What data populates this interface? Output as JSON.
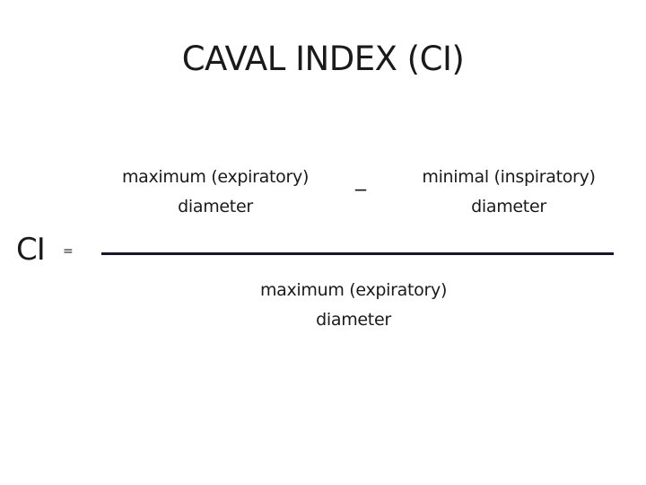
{
  "title": "CAVAL INDEX (CI)",
  "formula": {
    "lhs": "CI",
    "equals": "=",
    "numerator": {
      "left_term": {
        "line1": "maximum (expiratory)",
        "line2": "diameter"
      },
      "operator": "_",
      "right_term": {
        "line1": "minimal (inspiratory)",
        "line2": "diameter"
      }
    },
    "denominator": {
      "line1": "maximum (expiratory)",
      "line2": "diameter"
    },
    "fraction_bar_color": "#161628"
  }
}
